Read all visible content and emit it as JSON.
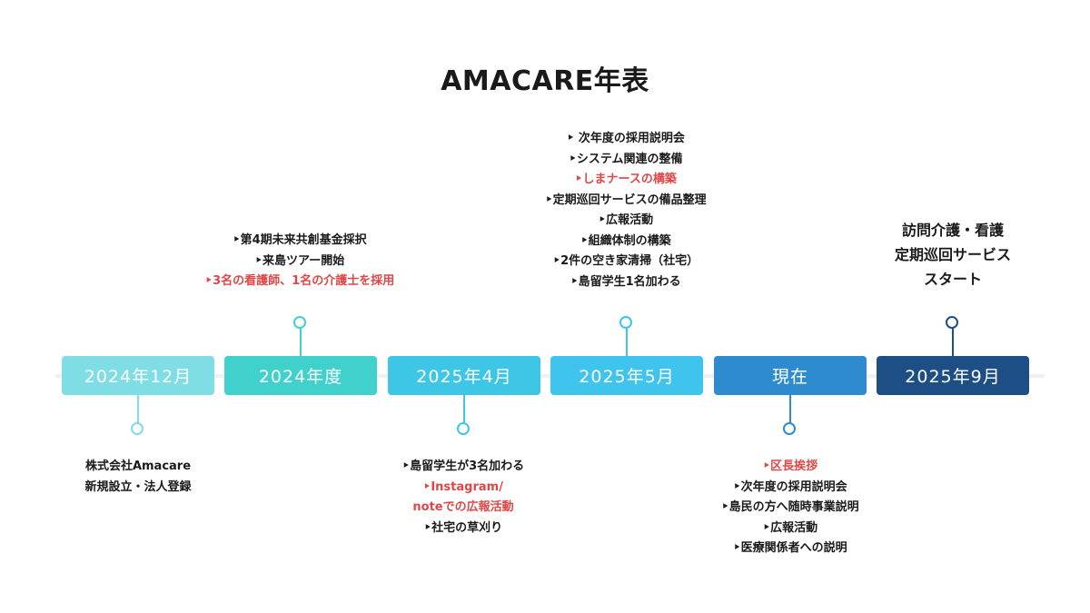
{
  "title": "AMACARE年表",
  "periods": [
    {
      "label": "2024年12月",
      "color": "#7fdde6"
    },
    {
      "label": "2024年度",
      "color": "#40d1cd"
    },
    {
      "label": "2025年4月",
      "color": "#3ec6e6"
    },
    {
      "label": "2025年5月",
      "color": "#3fc4ee"
    },
    {
      "label": "現在",
      "color": "#2f8bd0"
    },
    {
      "label": "2025年9月",
      "color": "#1d4e85"
    }
  ],
  "notes": {
    "dec2024": [
      "株式会社Amacare",
      "新規設立・法人登録"
    ],
    "fy2024": [
      "‣第4期未来共創基金採択",
      "‣来島ツアー開始",
      "‣3名の看護師、1名の介護士を採用"
    ],
    "apr2025": [
      "‣島留学生が3名加わる",
      "‣Instagram/",
      "noteでの広報活動",
      "‣社宅の草刈り"
    ],
    "may2025": [
      "‣ 次年度の採用説明会",
      "‣システム関連の整備",
      "‣しまナースの構築",
      "‣定期巡回サービスの備品整理",
      "‣広報活動",
      "‣組織体制の構築",
      "‣2件の空き家清掃（社宅）",
      "‣島留学生1名加わる"
    ],
    "now": [
      "‣区長挨拶",
      "‣次年度の採用説明会",
      "‣島民の方へ随時事業説明",
      "‣広報活動",
      "‣医療関係者への説明"
    ],
    "sep2025": [
      "訪問介護・看護",
      "定期巡回サービス",
      "スタート"
    ]
  },
  "highlight_color": "#e04646"
}
